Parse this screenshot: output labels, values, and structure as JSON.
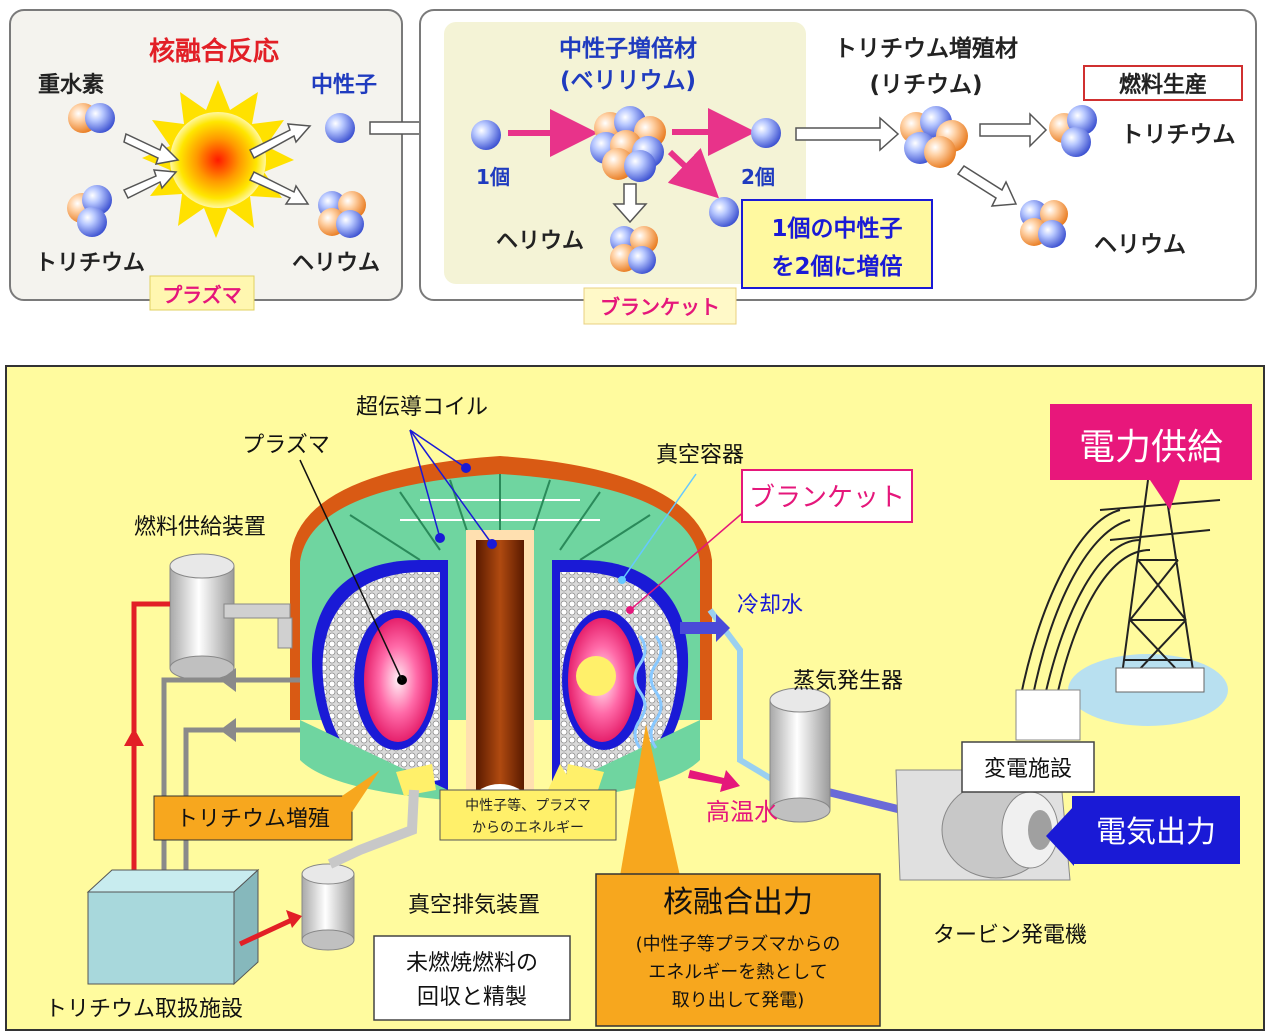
{
  "top": {
    "left_panel": {
      "title": "核融合反応",
      "deuterium": "重水素",
      "neutron": "中性子",
      "tritium": "トリチウム",
      "helium": "ヘリウム",
      "plasma": "プラズマ"
    },
    "right_panel": {
      "multiplier_title_1": "中性子増倍材",
      "multiplier_title_2": "(ベリリウム)",
      "one": "1個",
      "two": "2個",
      "helium": "ヘリウム",
      "note_1": "1個の中性子",
      "note_2": "を2個に増倍",
      "blanket": "ブランケット",
      "breeder_title_1": "トリチウム増殖材",
      "breeder_title_2": "(リチウム)",
      "fuel_production": "燃料生産",
      "tritium": "トリチウム",
      "helium2": "ヘリウム"
    }
  },
  "bottom": {
    "sc_coil": "超伝導コイル",
    "plasma": "プラズマ",
    "vacuum_vessel": "真空容器",
    "blanket": "ブランケット",
    "fuel_supply": "燃料供給装置",
    "coolant": "冷却水",
    "steam_gen": "蒸気発生器",
    "power_supply": "電力供給",
    "substation": "変電施設",
    "electric_output": "電気出力",
    "hot_water": "高温水",
    "tritium_breeding": "トリチウム増殖",
    "energy_note_1": "中性子等、プラズマ",
    "energy_note_2": "からのエネルギー",
    "vacuum_exhaust": "真空排気装置",
    "fusion_output": "核融合出力",
    "fusion_note_1": "(中性子等プラズマからの",
    "fusion_note_2": "エネルギーを熱として",
    "fusion_note_3": "取り出して発電)",
    "unburned_1": "未燃焼燃料の",
    "unburned_2": "回収と精製",
    "turbine": "タービン発電機",
    "tritium_facility": "トリチウム取扱施設"
  },
  "colors": {
    "panel_yellow": "#fffb9e",
    "multiplier_bg": "#f4f3d6",
    "red_title": "#e21f26",
    "blue_title": "#1f3bbf",
    "magenta": "#e5177b",
    "orange": "#f4a20f",
    "navy": "#1a1ad6"
  }
}
